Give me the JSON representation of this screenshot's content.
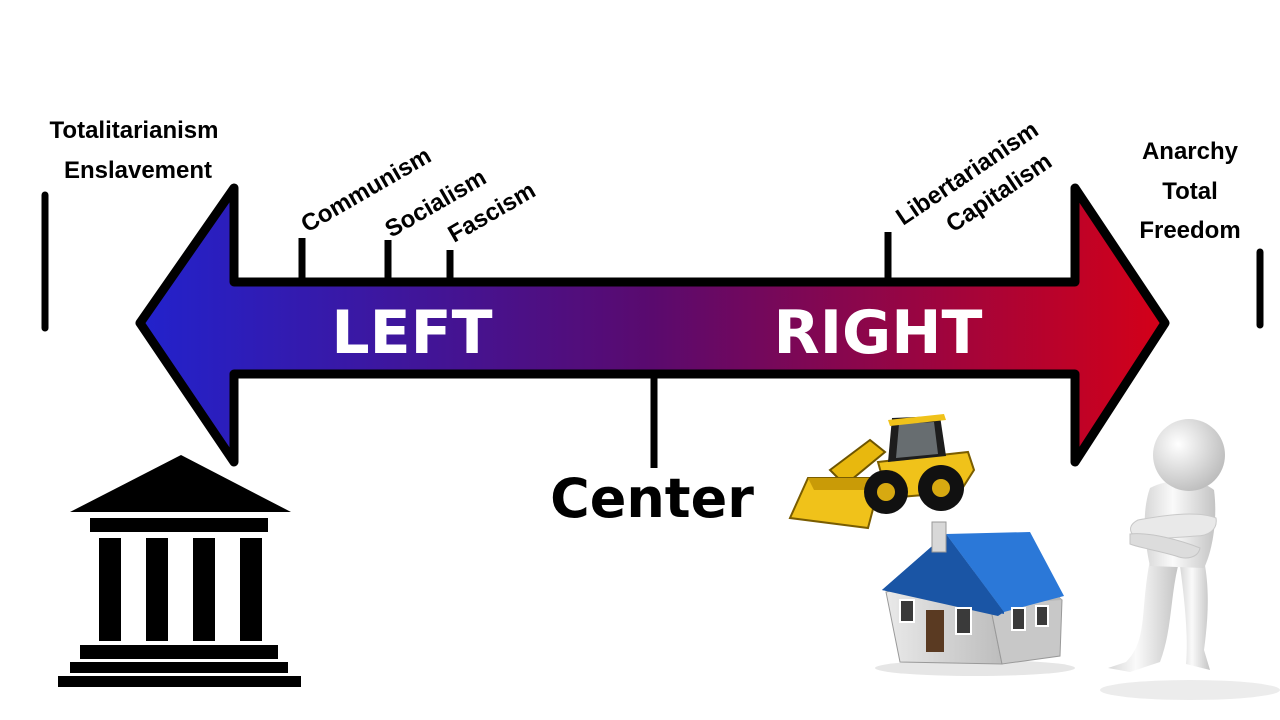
{
  "spectrum": {
    "left_label": "LEFT",
    "right_label": "RIGHT",
    "center_label": "Center",
    "colors": {
      "left": "#2222cc",
      "middle": "#5a0a6e",
      "right": "#d40018",
      "outline": "#000000"
    }
  },
  "extremes": {
    "left": {
      "line1": "Totalitarianism",
      "line2": "Enslavement"
    },
    "right": {
      "line1": "Anarchy",
      "line2": "Total",
      "line3": "Freedom"
    }
  },
  "ideologies": {
    "communism": "Communism",
    "socialism": "Socialism",
    "fascism": "Fascism",
    "libertarianism": "Libertarianism",
    "capitalism": "Capitalism"
  },
  "icons": {
    "government": "government-building-icon",
    "bulldozer": "wheel-loader-icon",
    "house": "house-icon",
    "person": "3d-person-arms-crossed-icon"
  }
}
